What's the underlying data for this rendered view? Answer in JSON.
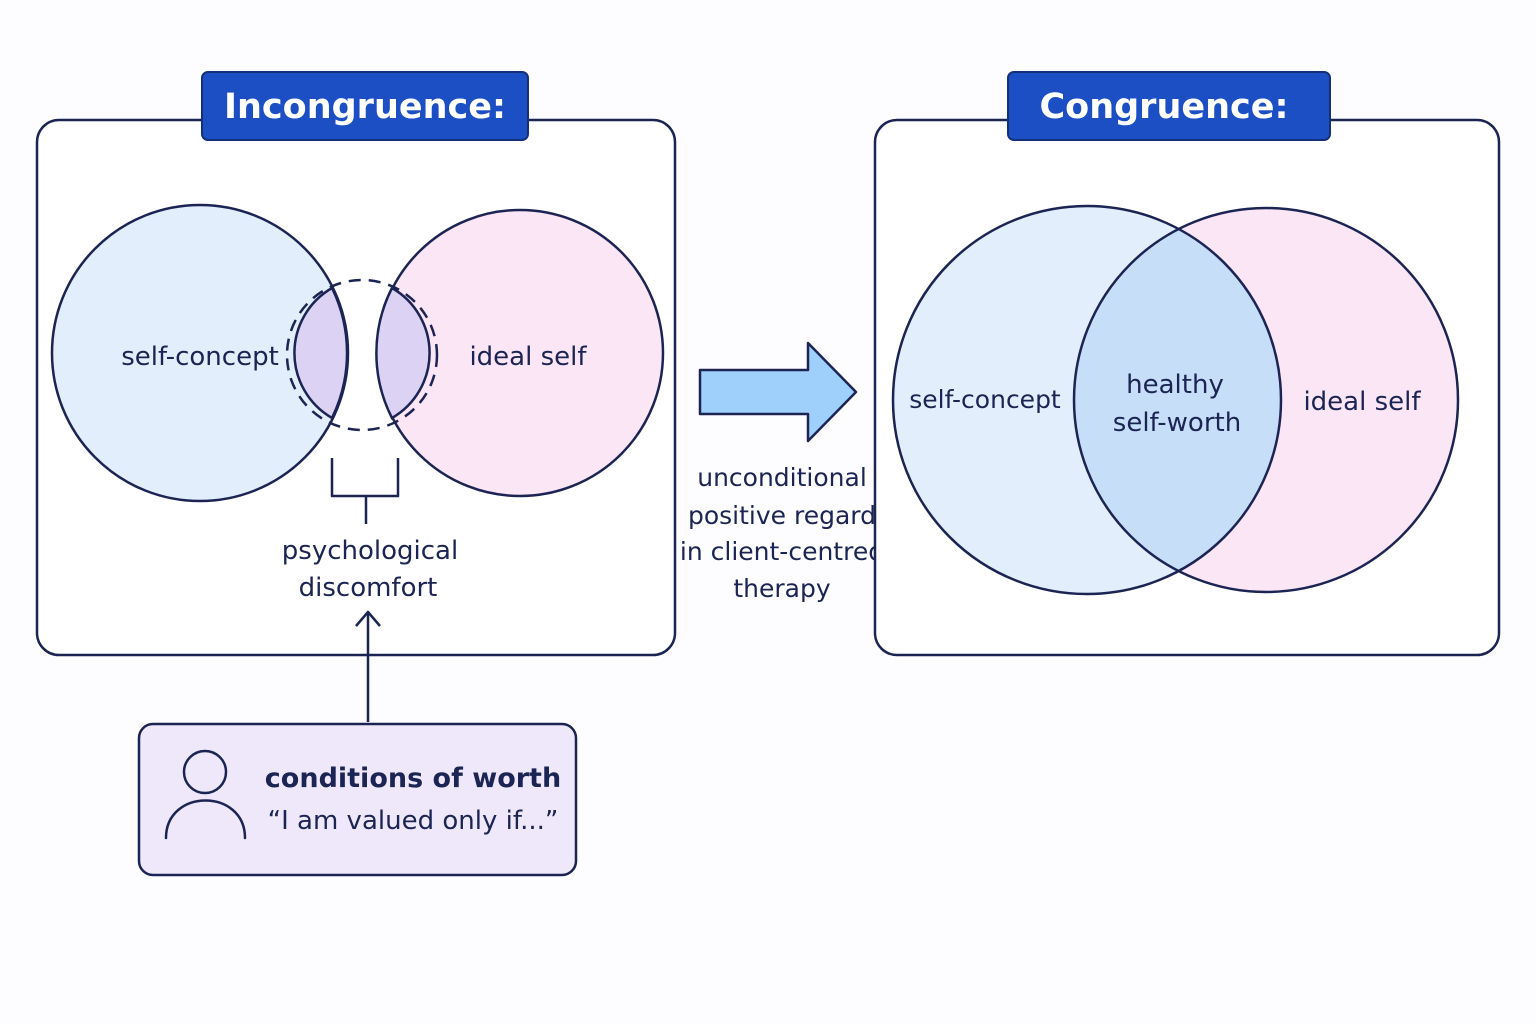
{
  "incongruence": {
    "title": "Incongruence:",
    "left_circle_label": "self-concept",
    "right_circle_label": "ideal self",
    "gap_label_line1": "psychological",
    "gap_label_line2": "discomfort"
  },
  "transition": {
    "line1": "unconditional",
    "line2": "positive regard",
    "line3": "in client-centred",
    "line4": "therapy"
  },
  "congruence": {
    "title": "Congruence:",
    "left_circle_label": "self-concept",
    "overlap_line1": "healthy",
    "overlap_line2": "self-worth",
    "right_circle_label": "ideal self"
  },
  "conditions": {
    "title": "conditions of worth",
    "quote": "“I am valued only if...”",
    "icon": "person-icon"
  },
  "colors": {
    "title_bg": "#1d4fc4",
    "outline": "#1b2452",
    "self_concept_fill": "#e3eefc",
    "ideal_self_fill": "#fbe6f6",
    "overlap_fill": "#c7def8",
    "gap_fill": "#dcd2f4",
    "arrow_fill": "#9fd0fb",
    "conditions_fill": "#efe8fb"
  }
}
